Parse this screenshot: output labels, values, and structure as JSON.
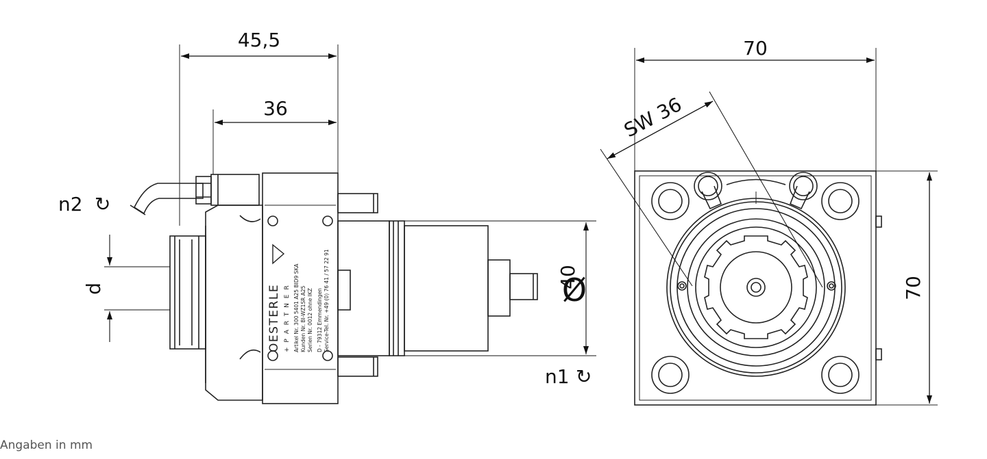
{
  "dimensions": {
    "overall_length": "45,5",
    "body_length": "36",
    "width_top": "70",
    "height_right": "70",
    "wrench_size": "SW 36",
    "shaft_diameter": "40",
    "diameter_symbol": "Ø",
    "tool_diameter": "d"
  },
  "speeds": {
    "n2": "n2",
    "n1": "n1",
    "rotation_symbol": "↻"
  },
  "nameplate": {
    "brand": "OESTERLE",
    "partner_line": "+ P A R T N E R",
    "article": "Artikel Nr.   300 5401 A25 BID9 SKA",
    "customer": "Kunden Nr.   BI-WZ1SR A25",
    "serial": "Serien Nr.   0012   ohne IKZ",
    "address": "D - 79312 Emmendingen",
    "service": "Service-Tel. Nr. +49 (0) 76 41 / 57 22 91"
  },
  "footer": {
    "units_note": "Angaben in mm"
  }
}
